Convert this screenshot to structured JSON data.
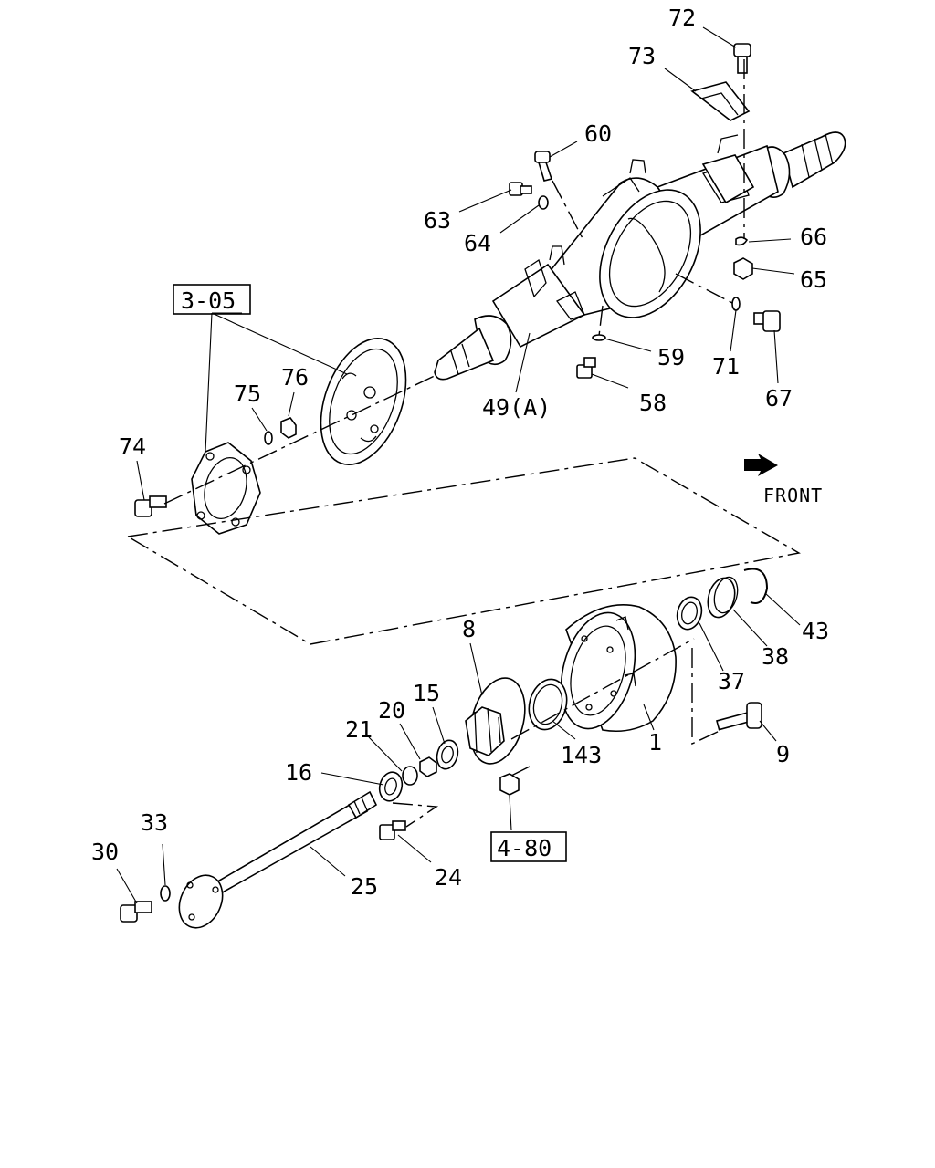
{
  "diagram": {
    "callouts": [
      {
        "id": "p72",
        "text": "72"
      },
      {
        "id": "p73",
        "text": "73"
      },
      {
        "id": "p60",
        "text": "60"
      },
      {
        "id": "p63",
        "text": "63"
      },
      {
        "id": "p64",
        "text": "64"
      },
      {
        "id": "p66",
        "text": "66"
      },
      {
        "id": "p65",
        "text": "65"
      },
      {
        "id": "p59",
        "text": "59"
      },
      {
        "id": "p71",
        "text": "71"
      },
      {
        "id": "p67",
        "text": "67"
      },
      {
        "id": "p58",
        "text": "58"
      },
      {
        "id": "p49a",
        "text": "49(A)"
      },
      {
        "id": "p75",
        "text": "75"
      },
      {
        "id": "p76",
        "text": "76"
      },
      {
        "id": "p74",
        "text": "74"
      },
      {
        "id": "p8",
        "text": "8"
      },
      {
        "id": "p20",
        "text": "20"
      },
      {
        "id": "p15",
        "text": "15"
      },
      {
        "id": "p21",
        "text": "21"
      },
      {
        "id": "p16",
        "text": "16"
      },
      {
        "id": "p143",
        "text": "143"
      },
      {
        "id": "p1",
        "text": "1"
      },
      {
        "id": "p37",
        "text": "37"
      },
      {
        "id": "p38",
        "text": "38"
      },
      {
        "id": "p43",
        "text": "43"
      },
      {
        "id": "p9",
        "text": "9"
      },
      {
        "id": "p33",
        "text": "33"
      },
      {
        "id": "p30",
        "text": "30"
      },
      {
        "id": "p25",
        "text": "25"
      },
      {
        "id": "p24",
        "text": "24"
      }
    ],
    "references": [
      {
        "id": "ref305",
        "text": "3-05"
      },
      {
        "id": "ref480",
        "text": "4-80"
      }
    ],
    "direction_label": "FRONT"
  }
}
